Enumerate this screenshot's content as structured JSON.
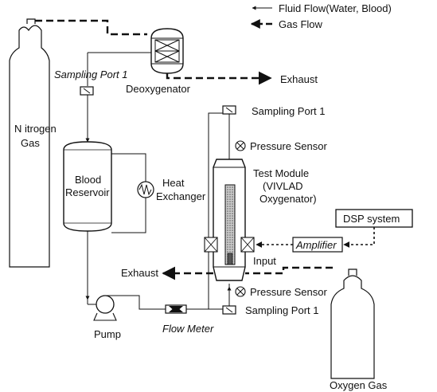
{
  "legend": {
    "fluid_flow": "Fluid Flow(Water, Blood)",
    "gas_flow": "Gas Flow"
  },
  "labels": {
    "exhaust_top": "Exhaust",
    "exhaust_left": "Exhaust",
    "deoxygenator": "Deoxygenator",
    "sampling_port_left": "Sampling Port 1",
    "sampling_port_top": "Sampling Port 1",
    "sampling_port_bottom": "Sampling Port 1",
    "nitrogen_gas_line1": "N itrogen",
    "nitrogen_gas_line2": "Gas",
    "pressure_sensor_top": "Pressure Sensor",
    "pressure_sensor_bottom": "Pressure Sensor",
    "blood_reservoir_line1": "Blood",
    "blood_reservoir_line2": "Reservoir",
    "heat_exchanger_line1": "Heat",
    "heat_exchanger_line2": "Exchanger",
    "test_module_line1": "Test Module",
    "test_module_line2": "(VIVLAD",
    "test_module_line3": "Oxygenator)",
    "dsp_system": "DSP system",
    "amplifier": "Amplifier",
    "input": "Input",
    "pump": "Pump",
    "flow_meter": "Flow Meter",
    "oxygen_gas": "Oxygen Gas"
  }
}
